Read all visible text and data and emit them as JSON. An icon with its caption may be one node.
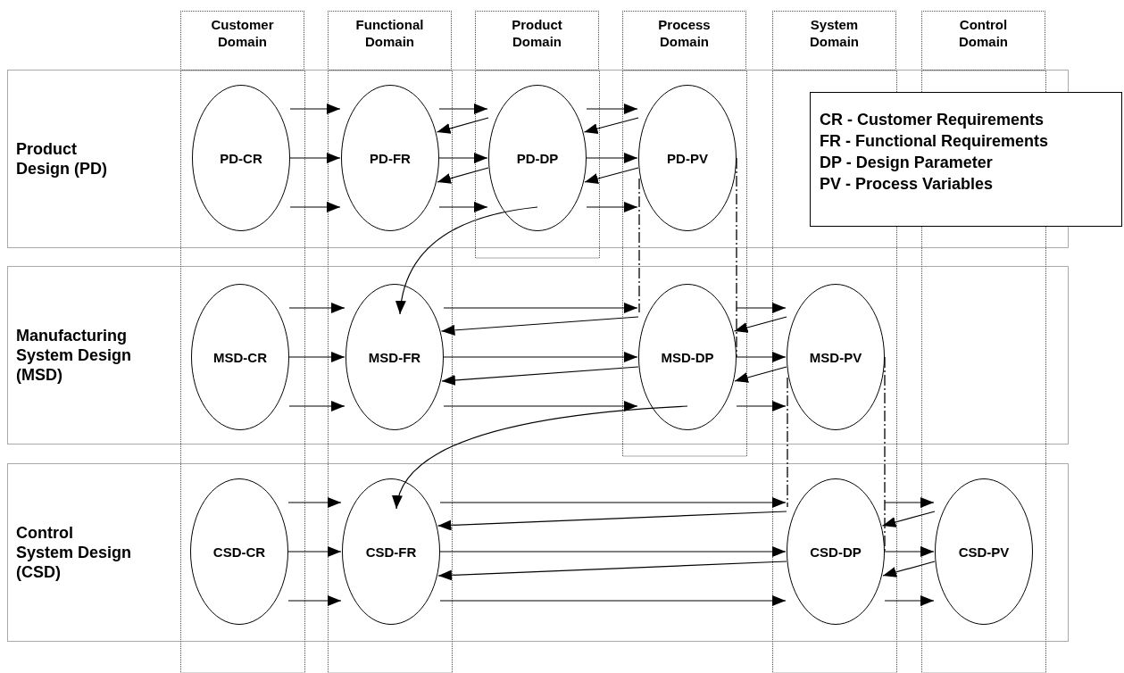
{
  "diagram": {
    "nodes": [
      {
        "text": [
          "Customer Domain"
        ]
      },
      {
        "text": [
          "Functional Domain"
        ]
      },
      {
        "text": [
          "Product Domain"
        ]
      },
      {
        "text": [
          "Process Domain"
        ]
      },
      {
        "text": [
          "System Domain"
        ]
      },
      {
        "text": [
          "Control Domain"
        ]
      },
      {
        "text": [
          "Product Design (PD)"
        ]
      },
      {
        "text": [
          "Manufacturing System Design (MSD)"
        ]
      },
      {
        "text": [
          "Control System Design (CSD)"
        ]
      },
      {
        "text": [
          "PD-CR"
        ]
      },
      {
        "text": [
          "PD-FR"
        ]
      },
      {
        "text": [
          "PD-DP"
        ]
      },
      {
        "text": [
          "PD-PV"
        ]
      },
      {
        "text": [
          "MSD-CR"
        ]
      },
      {
        "text": [
          "MSD-FR"
        ]
      },
      {
        "text": [
          "MSD-DP"
        ]
      },
      {
        "text": [
          "MSD-PV"
        ]
      },
      {
        "text": [
          "CSD-CR"
        ]
      },
      {
        "text": [
          "CSD-FR"
        ]
      },
      {
        "text": [
          "CSD-DP"
        ]
      },
      {
        "text": [
          "CSD-PV"
        ]
      },
      {
        "text": [
          "CR - Customer Requirements",
          "FR - Functional Requirements",
          "DP - Design Parameter",
          "PV - Process Variables"
        ]
      }
    ],
    "edges": [
      {
        "from": 9,
        "to": 10,
        "arrow": "to"
      },
      {
        "from": 9,
        "to": 10,
        "arrow": "to"
      },
      {
        "from": 9,
        "to": 10,
        "arrow": "to"
      },
      {
        "from": 10,
        "to": 11,
        "arrow": "to"
      },
      {
        "from": 10,
        "to": 11,
        "arrow": "to"
      },
      {
        "from": 10,
        "to": 11,
        "arrow": "to"
      },
      {
        "from": 11,
        "to": 10,
        "arrow": "to"
      },
      {
        "from": 11,
        "to": 10,
        "arrow": "to"
      },
      {
        "from": 11,
        "to": 12,
        "arrow": "to"
      },
      {
        "from": 11,
        "to": 12,
        "arrow": "to"
      },
      {
        "from": 11,
        "to": 12,
        "arrow": "to"
      },
      {
        "from": 12,
        "to": 11,
        "arrow": "to"
      },
      {
        "from": 12,
        "to": 11,
        "arrow": "to"
      },
      {
        "from": 13,
        "to": 14,
        "arrow": "to"
      },
      {
        "from": 13,
        "to": 14,
        "arrow": "to"
      },
      {
        "from": 13,
        "to": 14,
        "arrow": "to"
      },
      {
        "from": 14,
        "to": 15,
        "arrow": "to"
      },
      {
        "from": 14,
        "to": 15,
        "arrow": "to"
      },
      {
        "from": 14,
        "to": 15,
        "arrow": "to"
      },
      {
        "from": 15,
        "to": 14,
        "arrow": "to"
      },
      {
        "from": 15,
        "to": 14,
        "arrow": "to"
      },
      {
        "from": 15,
        "to": 16,
        "arrow": "to"
      },
      {
        "from": 15,
        "to": 16,
        "arrow": "to"
      },
      {
        "from": 15,
        "to": 16,
        "arrow": "to"
      },
      {
        "from": 16,
        "to": 15,
        "arrow": "to"
      },
      {
        "from": 16,
        "to": 15,
        "arrow": "to"
      },
      {
        "from": 17,
        "to": 18,
        "arrow": "to"
      },
      {
        "from": 17,
        "to": 18,
        "arrow": "to"
      },
      {
        "from": 17,
        "to": 18,
        "arrow": "to"
      },
      {
        "from": 18,
        "to": 19,
        "arrow": "to"
      },
      {
        "from": 18,
        "to": 19,
        "arrow": "to"
      },
      {
        "from": 18,
        "to": 19,
        "arrow": "to"
      },
      {
        "from": 19,
        "to": 18,
        "arrow": "to"
      },
      {
        "from": 19,
        "to": 18,
        "arrow": "to"
      },
      {
        "from": 19,
        "to": 20,
        "arrow": "to"
      },
      {
        "from": 19,
        "to": 20,
        "arrow": "to"
      },
      {
        "from": 19,
        "to": 20,
        "arrow": "to"
      },
      {
        "from": 20,
        "to": 19,
        "arrow": "to"
      },
      {
        "from": 20,
        "to": 19,
        "arrow": "to"
      },
      {
        "from": 11,
        "to": 14,
        "arrow": "to"
      },
      {
        "from": 15,
        "to": 18,
        "arrow": "to"
      },
      {
        "from": 12,
        "to": 15,
        "arrow": "none",
        "style": "dashed"
      },
      {
        "from": 12,
        "to": 15,
        "arrow": "none",
        "style": "dashed"
      },
      {
        "from": 16,
        "to": 19,
        "arrow": "none",
        "style": "dashed"
      },
      {
        "from": 16,
        "to": 19,
        "arrow": "none",
        "style": "dashed"
      }
    ]
  }
}
